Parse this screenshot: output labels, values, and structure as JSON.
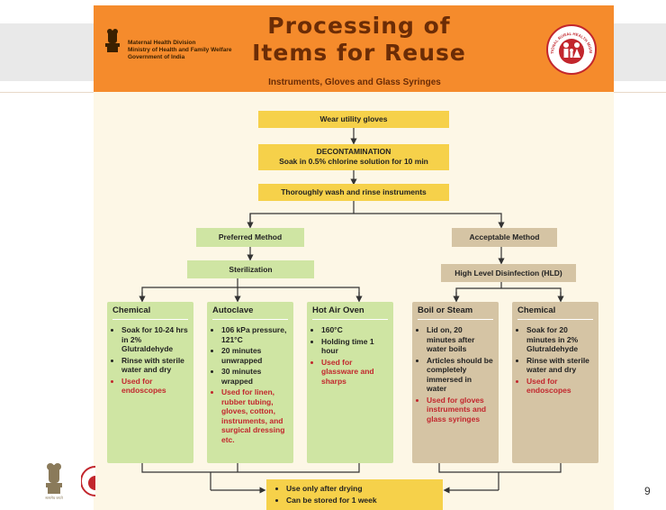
{
  "header": {
    "ministry_lines": [
      "Maternal Health Division",
      "Ministry of Health and Family Welfare",
      "Government of India"
    ],
    "title_line1": "Processing of",
    "title_line2": "Items for Reuse",
    "subtitle": "Instruments, Gloves and Glass Syringes",
    "logo_text": "NATIONAL RURAL HEALTH MISSION",
    "emblem_caption": "सत्यमेव जयते"
  },
  "flow": {
    "step1": "Wear utility gloves",
    "step2_title": "DECONTAMINATION",
    "step2_detail": "Soak in 0.5% chlorine solution for 10 min",
    "step3": "Thoroughly wash and rinse instruments",
    "preferred": "Preferred Method",
    "acceptable": "Acceptable Method",
    "sterilization": "Sterilization",
    "hld": "High Level Disinfection (HLD)"
  },
  "columns": [
    {
      "heading": "Chemical",
      "items": [
        "Soak for 10-24 hrs in 2% Glutraldehyde",
        "Rinse with sterile water and dry"
      ],
      "highlight": "Used for endoscopes"
    },
    {
      "heading": "Autoclave",
      "items": [
        "106 kPa pressure, 121°C",
        "20 minutes unwrapped",
        "30 minutes wrapped"
      ],
      "highlight": "Used for linen, rubber tubing, gloves, cotton, instruments, and surgical dressing etc."
    },
    {
      "heading": "Hot Air Oven",
      "items": [
        "160°C",
        "Holding time 1 hour"
      ],
      "highlight": "Used for glassware and sharps"
    },
    {
      "heading": "Boil or Steam",
      "items": [
        "Lid on, 20 minutes after water boils",
        "Articles should be completely immersed in water"
      ],
      "highlight": "Used for gloves instruments and glass syringes"
    },
    {
      "heading": "Chemical",
      "items": [
        "Soak for 20 minutes in 2% Glutraldehyde",
        "Rinse with sterile water and dry"
      ],
      "highlight": "Used for endoscopes"
    }
  ],
  "storage": [
    "Use only after drying",
    "Can be stored for 1 week"
  ],
  "page_number": "9",
  "colors": {
    "header": "#f58b2c",
    "title": "#6b2c06",
    "yellow_box": "#f6d14a",
    "green_box": "#cfe5a3",
    "tan_box": "#d5c4a4",
    "highlight_text": "#c2262d",
    "poster_bg": "#fdf7e6"
  }
}
